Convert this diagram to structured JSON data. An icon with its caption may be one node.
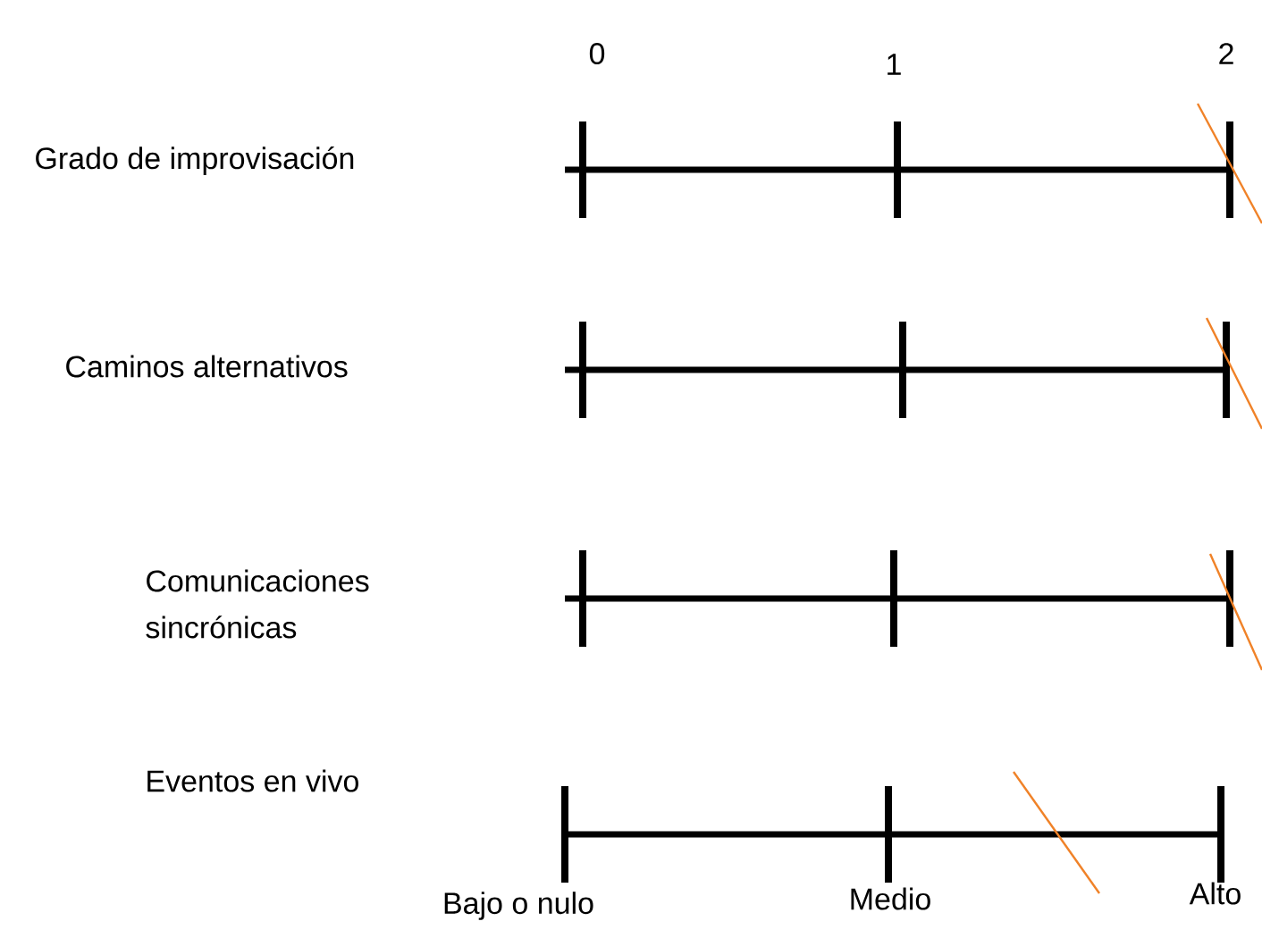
{
  "diagram": {
    "labels": [
      "0",
      "1",
      "2",
      "Grado de improvisación",
      "Caminos alternativos",
      "Comunicaciones sincrónicas",
      "Eventos en vivo",
      "Bajo o nulo",
      "Medio",
      "Alto"
    ]
  }
}
